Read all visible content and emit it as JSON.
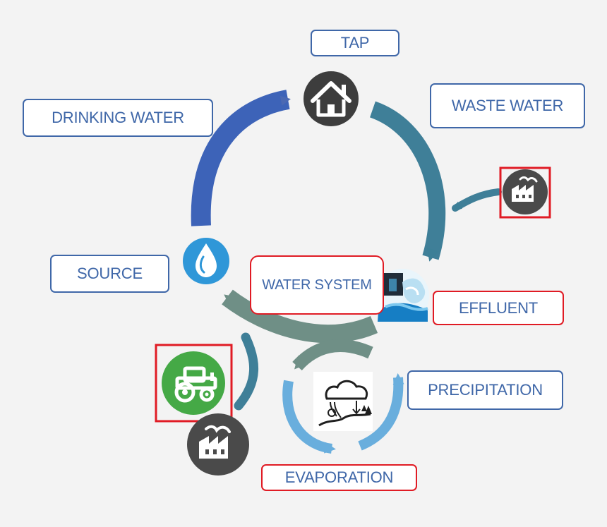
{
  "labels": {
    "tap": "TAP",
    "drinking_water": "DRINKING WATER",
    "waste_water": "WASTE WATER",
    "source": "SOURCE",
    "water_system": "WATER SYSTEM",
    "effluent": "EFFLUENT",
    "precipitation": "PRECIPITATION",
    "evaporation": "EVAPORATION"
  },
  "icons": {
    "house": "house-icon",
    "water_drop": "water-drop-icon",
    "factory": "factory-icon",
    "tractor": "tractor-icon",
    "effluent_pipe": "effluent-pipe-icon",
    "weather": "cloud-rain-icon"
  },
  "colors": {
    "label_border": "#3f67a8",
    "highlight_border": "#e01b24",
    "cycle_blue_dark": "#3d63b8",
    "cycle_teal": "#3f7f98",
    "cycle_green_gray": "#6f8f86",
    "light_blue_arrow": "#69aedd",
    "dark_icon_bg": "#3d3d3d",
    "drop_blue": "#2f97d8",
    "tractor_green": "#45a946"
  }
}
